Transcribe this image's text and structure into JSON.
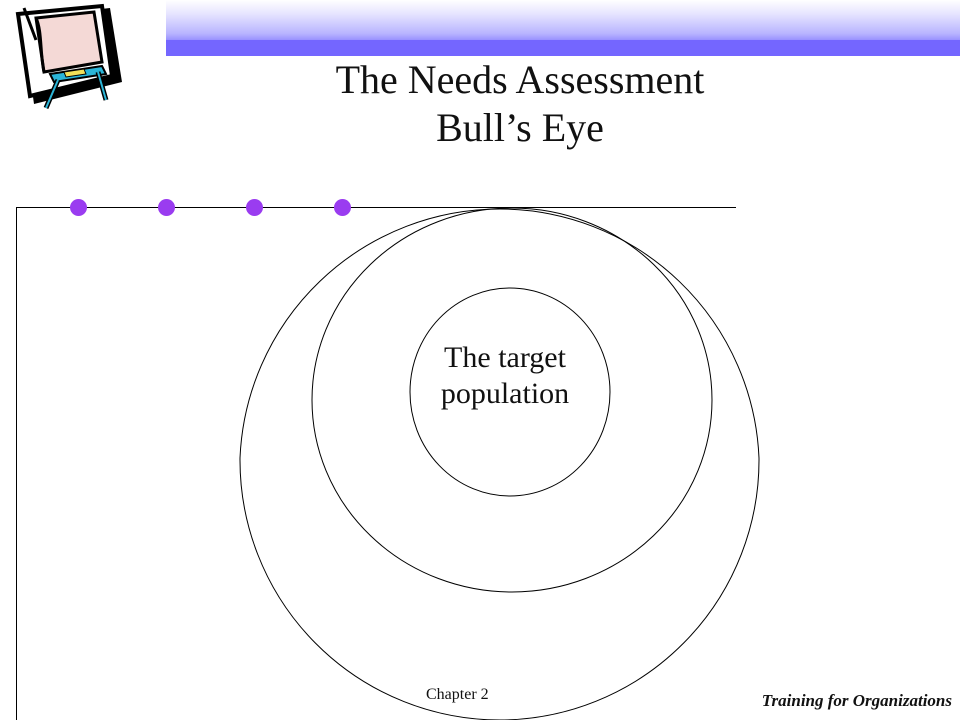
{
  "slide": {
    "title_line1": "The Needs Assessment",
    "title_line2": "Bull’s Eye",
    "target_line1": "The target",
    "target_line2": "population"
  },
  "footer": {
    "chapter": "Chapter 2",
    "organization": "Training for Organizations"
  },
  "colors": {
    "bullet": "#9a3cf0",
    "band": "#7466ff"
  },
  "icons": {
    "clipart": "flip-chart-easel-icon"
  }
}
